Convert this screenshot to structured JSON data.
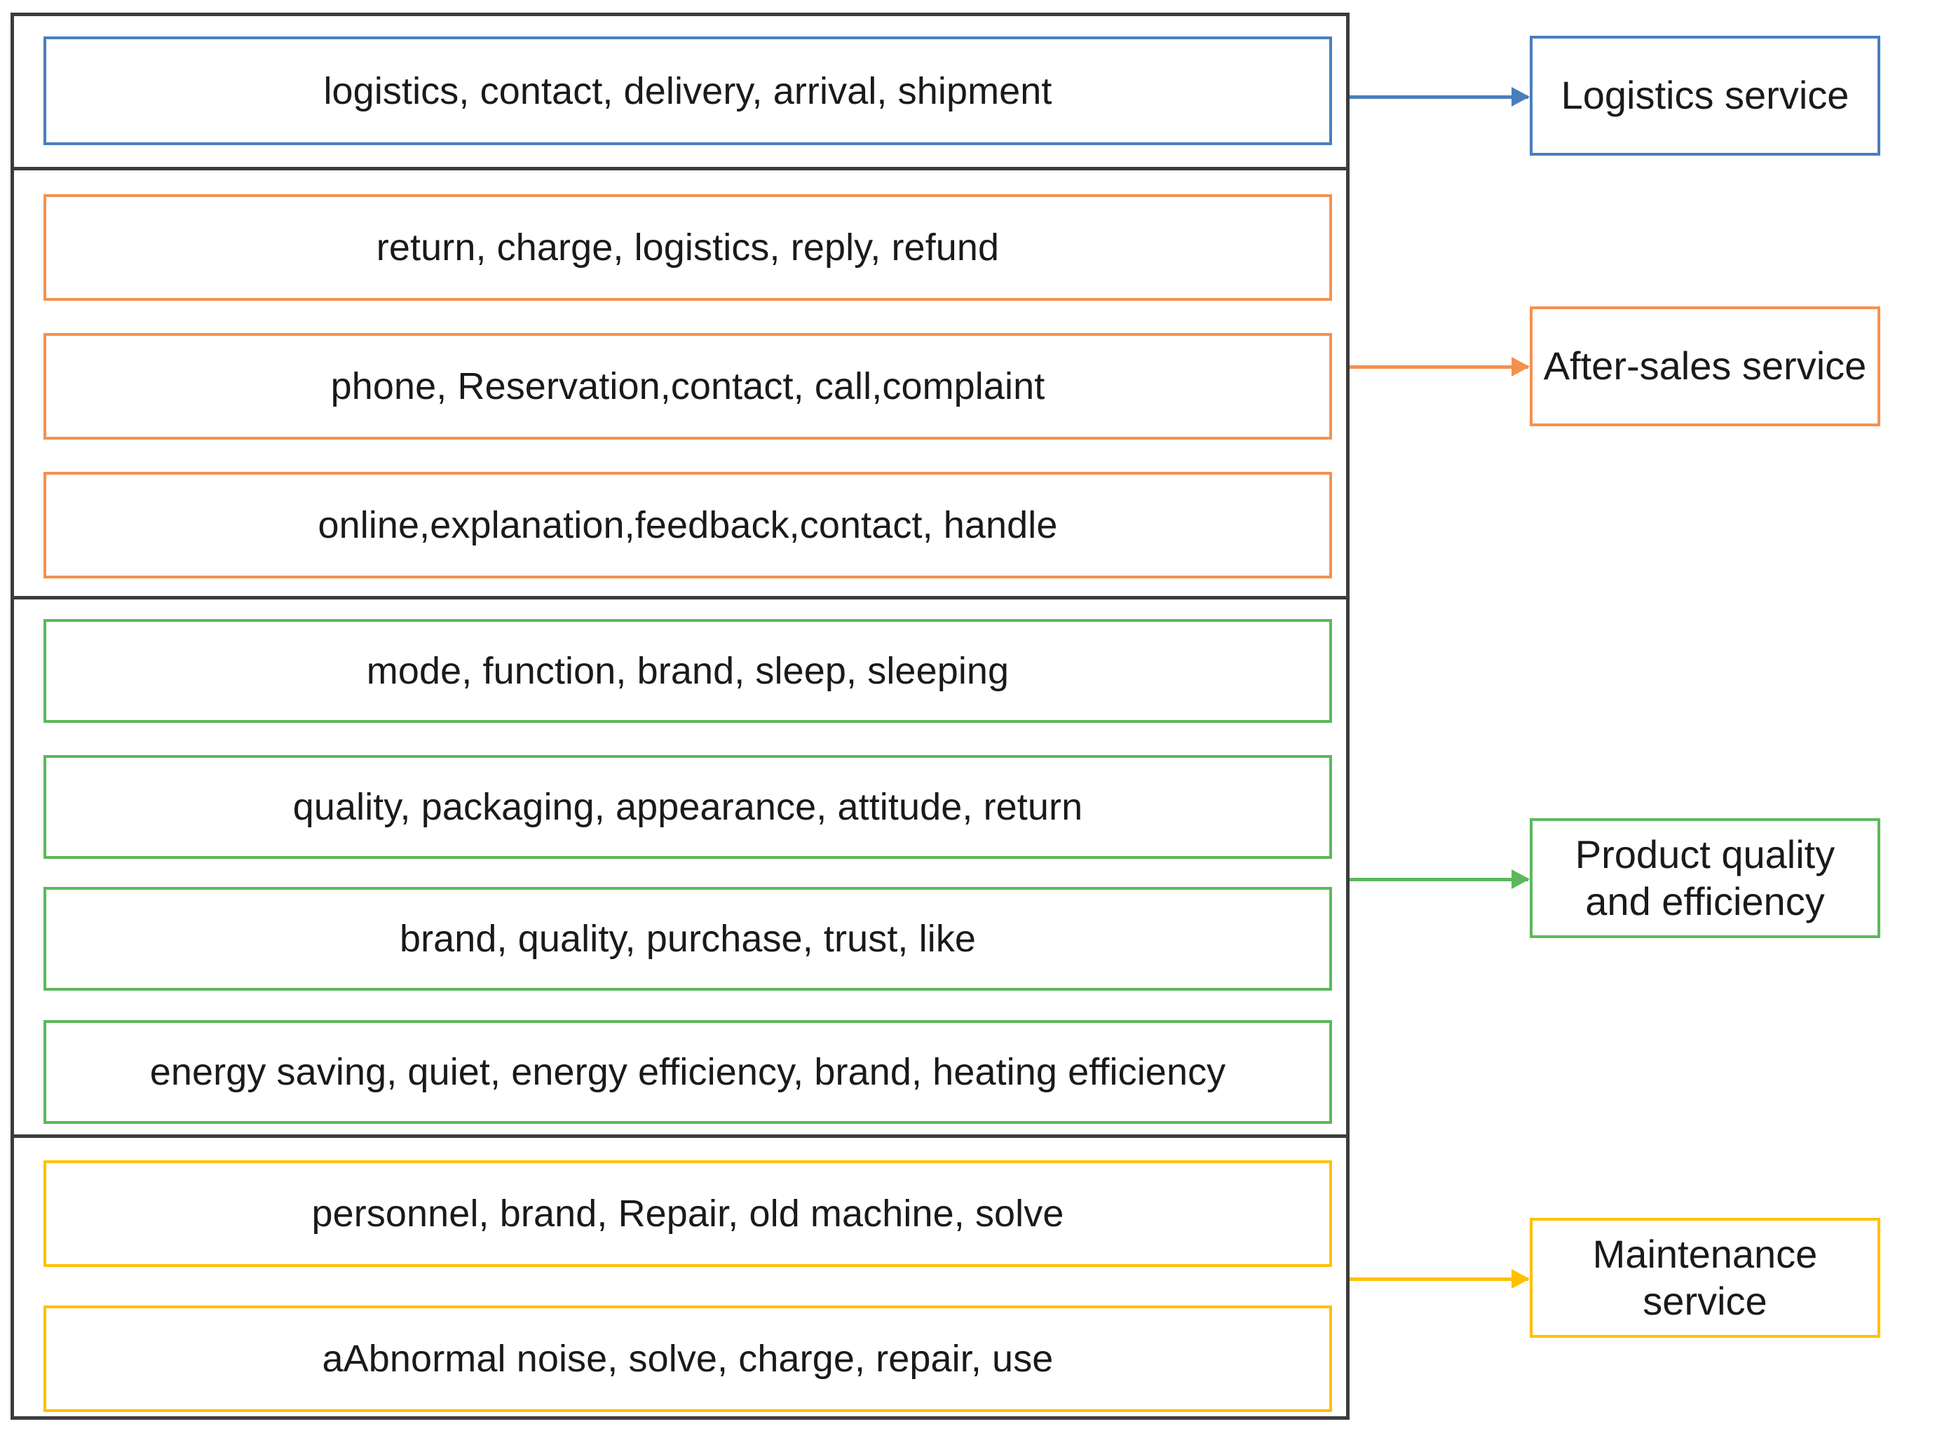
{
  "diagram": {
    "type": "flow-mapping",
    "colors": {
      "logistics": "#4a7ebb",
      "after_sales": "#f5914e",
      "product_quality": "#5cb85c",
      "maintenance": "#ffc000",
      "container_border": "#3c3c3c",
      "text": "#1a1a1a",
      "background": "#ffffff"
    },
    "groups": [
      {
        "id": "logistics",
        "category_label": "Logistics service",
        "color": "#4a7ebb",
        "topics": [
          {
            "keywords": "logistics, contact, delivery, arrival, shipment"
          }
        ]
      },
      {
        "id": "after-sales",
        "category_label": "After-sales service",
        "color": "#f5914e",
        "topics": [
          {
            "keywords": "return, charge, logistics, reply, refund"
          },
          {
            "keywords": "phone, Reservation,contact, call,complaint"
          },
          {
            "keywords": "online,explanation,feedback,contact, handle"
          }
        ]
      },
      {
        "id": "product-quality",
        "category_label": "Product quality and efficiency",
        "category_label_line1": "Product quality",
        "category_label_line2": "and efficiency",
        "color": "#5cb85c",
        "topics": [
          {
            "keywords": "mode, function, brand, sleep, sleeping"
          },
          {
            "keywords": "quality, packaging, appearance, attitude, return"
          },
          {
            "keywords": "brand, quality, purchase, trust, like"
          },
          {
            "keywords": "energy saving, quiet, energy efficiency, brand, heating efficiency"
          }
        ]
      },
      {
        "id": "maintenance",
        "category_label": "Maintenance service",
        "category_label_line1": "Maintenance",
        "category_label_line2": "service",
        "color": "#ffc000",
        "topics": [
          {
            "keywords": "personnel, brand, Repair, old machine, solve"
          },
          {
            "keywords": "aAbnormal noise, solve, charge, repair, use"
          }
        ]
      }
    ],
    "arrows": [
      {
        "from": "logistics",
        "to": "Logistics service",
        "icon": "arrow-right-icon"
      },
      {
        "from": "after-sales",
        "to": "After-sales service",
        "icon": "arrow-right-icon"
      },
      {
        "from": "product-quality",
        "to": "Product quality and efficiency",
        "icon": "arrow-right-icon"
      },
      {
        "from": "maintenance",
        "to": "Maintenance service",
        "icon": "arrow-right-icon"
      }
    ]
  }
}
